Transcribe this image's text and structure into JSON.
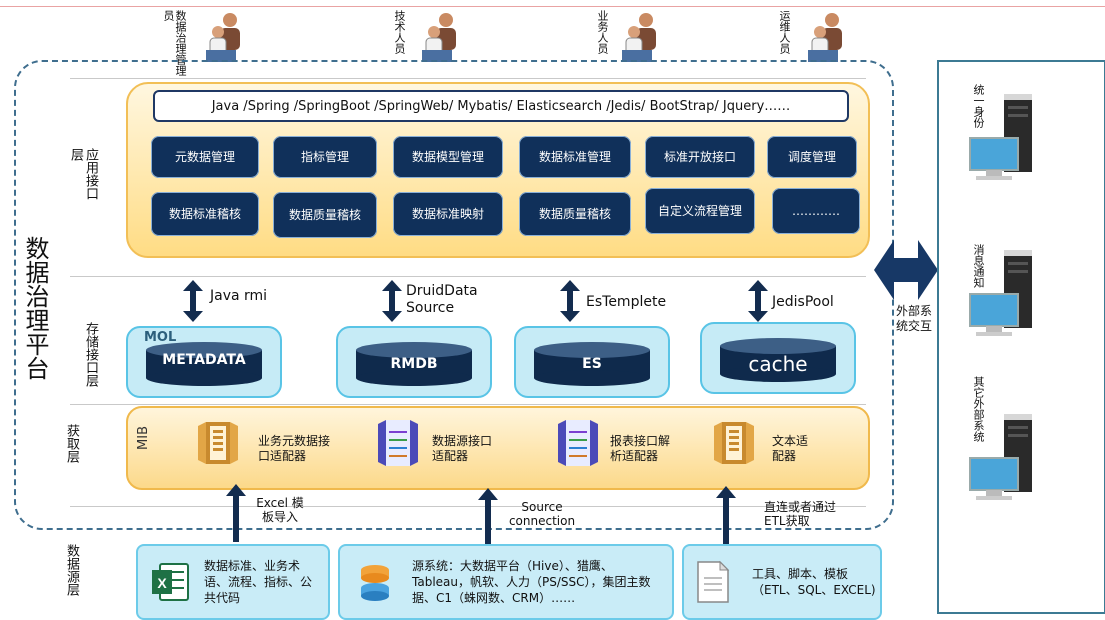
{
  "platform_title": "数据治理平台",
  "roles": [
    "数据治理管理员",
    "技术人员",
    "业务人员",
    "运维人员"
  ],
  "layers": {
    "app": "应用接口层",
    "storage": "存储接口层",
    "acquire": "获取层",
    "source": "数据源层"
  },
  "tech_stack": "Java /Spring /SpringBoot /SpringWeb/ Mybatis/ Elasticsearch /Jedis/ BootStrap/ Jquery……",
  "modules_row1": [
    "元数据管理",
    "指标管理",
    "数据模型管理",
    "数据标准管理",
    "标准开放接口",
    "调度管理"
  ],
  "modules_row2": [
    "数据标准稽核",
    "数据质量稽核",
    "数据标准映射",
    "数据质量稽核",
    "自定义流程管理",
    "…………"
  ],
  "storage": {
    "apis": [
      "Java rmi",
      "DruidDataSource",
      "EsTemplete",
      "JedisPool"
    ],
    "mol": "MOL",
    "stores": [
      "METADATA",
      "RMDB",
      "ES",
      "cache"
    ]
  },
  "acquire": {
    "mib": "MIB",
    "adapters": [
      "业务元数据接口适配器",
      "数据源接口适配器",
      "报表接口解析适配器",
      "文本适配器"
    ]
  },
  "conn_labels": [
    "Excel 模板导入",
    "Source connection",
    "直连或者通过ETL获取"
  ],
  "sources": [
    "数据标准、业务术语、流程、指标、公共代码",
    "源系统：大数据平台（Hive）、猎鹰、Tableau，帆软、人力（PS/SSC），集团主数据、C1（蛛网数、CRM）……",
    "工具、脚本、模板（ETL、SQL、EXCEL)"
  ],
  "external_label": "外部系统交互",
  "external_systems": [
    "统一身份",
    "消息通知",
    "其它外部系统"
  ],
  "colors": {
    "module_bg": "#10305a",
    "app_bg": "#ffdc84",
    "store_bg": "#c6ebf6",
    "frame": "#3f6e8e"
  }
}
